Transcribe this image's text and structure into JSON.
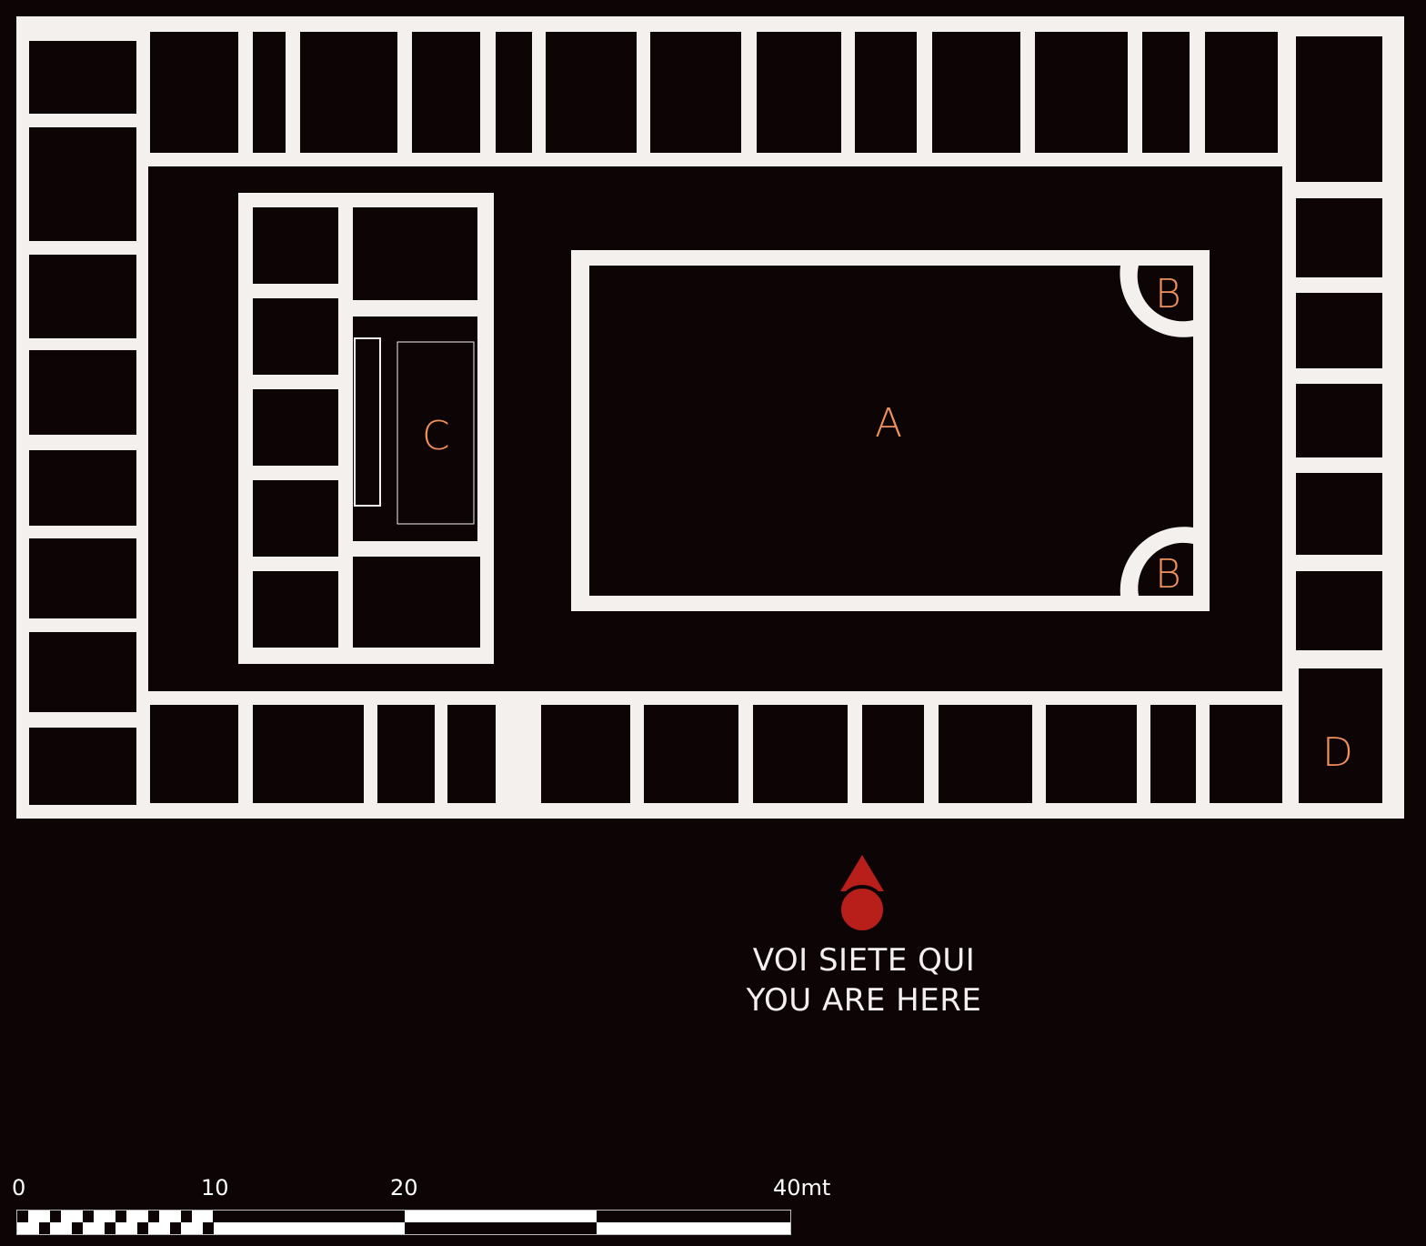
{
  "map": {
    "labels": {
      "courtyard": "A",
      "corner_b_top": "B",
      "corner_b_bottom": "B",
      "hall_c": "C",
      "room_d": "D"
    },
    "colors": {
      "background": "#0d0406",
      "walls": "#f4f0ee",
      "labels": "#f0905a",
      "marker": "#b81f1a"
    }
  },
  "you_are_here": {
    "line_it": "VOI SIETE QUI",
    "line_en": "YOU ARE HERE",
    "icon": "location-marker-icon"
  },
  "scale_bar": {
    "ticks": [
      "0",
      "10",
      "20",
      "40mt"
    ]
  }
}
